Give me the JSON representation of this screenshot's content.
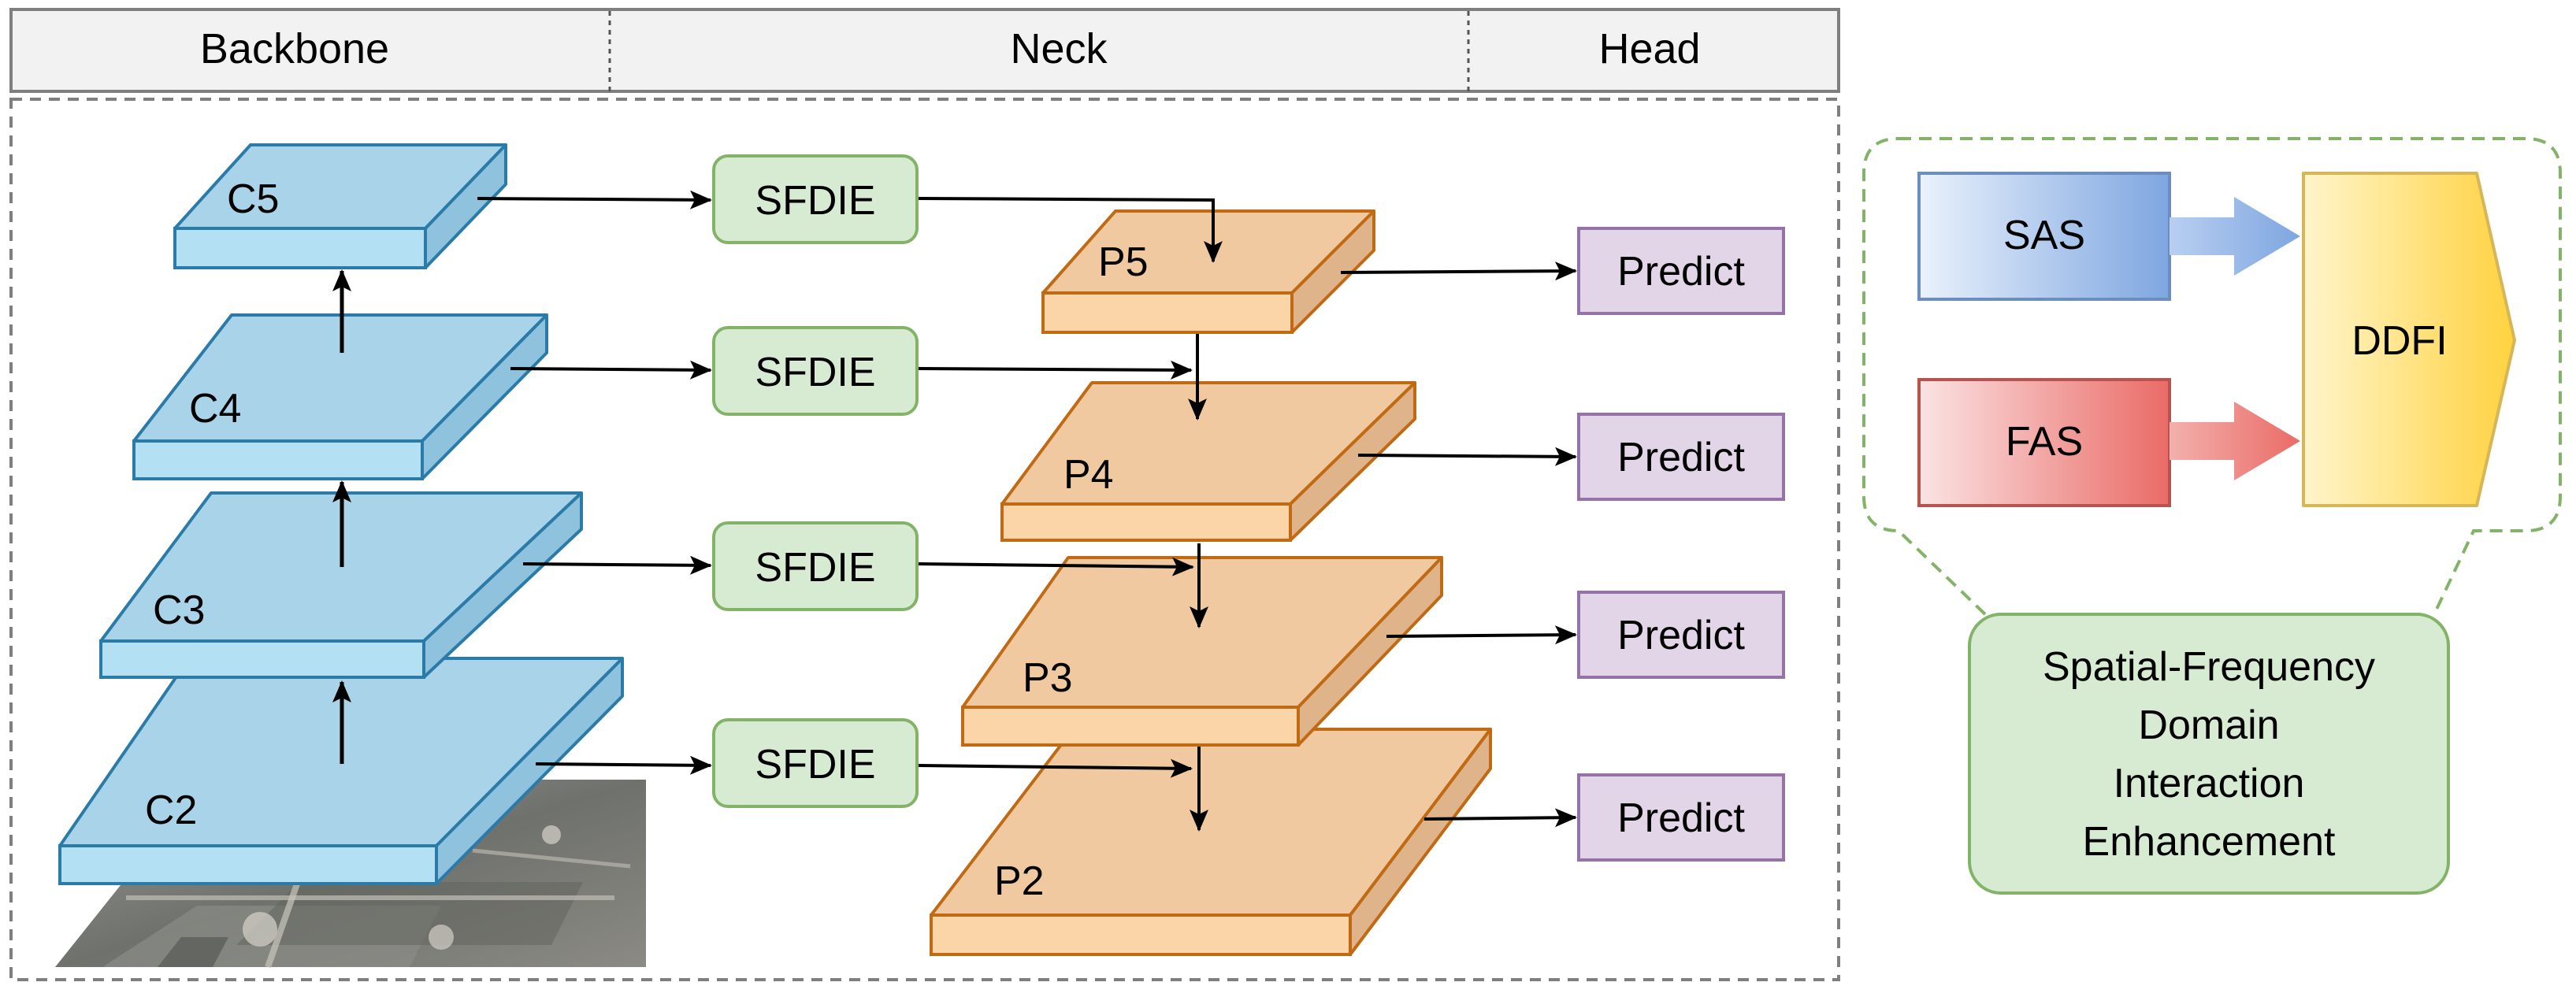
{
  "header": {
    "backbone": "Backbone",
    "neck": "Neck",
    "head": "Head"
  },
  "backbone": {
    "layers": [
      "C5",
      "C4",
      "C3",
      "C2"
    ]
  },
  "neck": {
    "modules": [
      "SFDIE",
      "SFDIE",
      "SFDIE",
      "SFDIE"
    ],
    "layers": [
      "P5",
      "P4",
      "P3",
      "P2"
    ]
  },
  "head": {
    "outputs": [
      "Predict",
      "Predict",
      "Predict",
      "Predict"
    ]
  },
  "legend": {
    "sas": "SAS",
    "fas": "FAS",
    "ddfi": "DDFI",
    "caption_lines": [
      "Spatial-Frequency",
      "Domain",
      "Interaction",
      "Enhancement"
    ]
  },
  "colors": {
    "backbone_top": "#a9d3e8",
    "backbone_front": "#b3e0f2",
    "backbone_side": "#8fc2dc",
    "backbone_stroke": "#2a7ba8",
    "neck_top": "#f0c9a1",
    "neck_front": "#fbd4a8",
    "neck_side": "#e0b48a",
    "neck_stroke": "#c06a14",
    "sfdie_fill": "#d6ebd2",
    "sfdie_stroke": "#82b366",
    "predict_fill": "#e1d5e7",
    "predict_stroke": "#9673a6",
    "sas_fill": "#7ea6e0",
    "fas_fill": "#ea6b66",
    "ddfi_fill": "#ffd966",
    "dashed_green": "#82b366"
  }
}
